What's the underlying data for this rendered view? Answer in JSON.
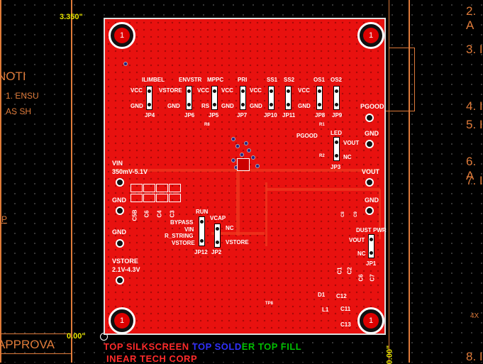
{
  "dims": {
    "top": "3.350\"",
    "origin": "0.00\"",
    "right": "0.00\""
  },
  "notes": {
    "title": "NOTI",
    "n1": "1. ENSU",
    "n2": "AS SH",
    "p": "P",
    "approval": "APPROVA",
    "r2": "2. A",
    "r3": "3. I",
    "r4": "4. I",
    "r5": "5. I",
    "r6": "6. A",
    "r7": "7. I",
    "r8": "8. I",
    "x4": "4X"
  },
  "board": {
    "mounting_hole_label": "1",
    "jumpers_top": [
      {
        "ref": "JP4",
        "name": "ILIMBEL"
      },
      {
        "ref": "JP6",
        "name": "ENVSTR"
      },
      {
        "ref": "JP5",
        "name": "MPPC"
      },
      {
        "ref": "JP7",
        "name": "PRI"
      },
      {
        "ref": "JP10",
        "name": "SS1"
      },
      {
        "ref": "JP11",
        "name": "SS2"
      },
      {
        "ref": "JP8",
        "name": "OS1"
      },
      {
        "ref": "JP9",
        "name": "OS2"
      }
    ],
    "vcc": "VCC",
    "gnd": "GND",
    "vstore": "VSTORE",
    "rs": "RS",
    "pgood": "PGOOD",
    "pgood_small": "PGOOD",
    "led": "LED",
    "vout": "VOUT",
    "nc": "NC",
    "jp3": "JP3",
    "vin": "VIN",
    "vin_range": "350mV-5.1V",
    "vstore_range": "2.1V-4.3V",
    "run": "RUN",
    "bypass": "BYPASS",
    "r_string": "R_STRING",
    "vcap": "VCAP",
    "jp12": "JP12",
    "jp2": "JP2",
    "dual_pwr": "DUST PWR",
    "jp1": "JP1",
    "caps_left": [
      "C5B",
      "C6",
      "C4",
      "C3"
    ],
    "refs_right": [
      "C8",
      "C9",
      "C1",
      "C2",
      "C6",
      "C7",
      "C12",
      "C11",
      "C13",
      "L1",
      "D1"
    ],
    "r1": "R1",
    "r2": "R2",
    "r8": "R8",
    "tp8": "TP8"
  },
  "bottom": {
    "layers": "TOP SILKSCREEN TOP SOLDER TOP FILL",
    "corp": "INEAR TECH CORP"
  }
}
